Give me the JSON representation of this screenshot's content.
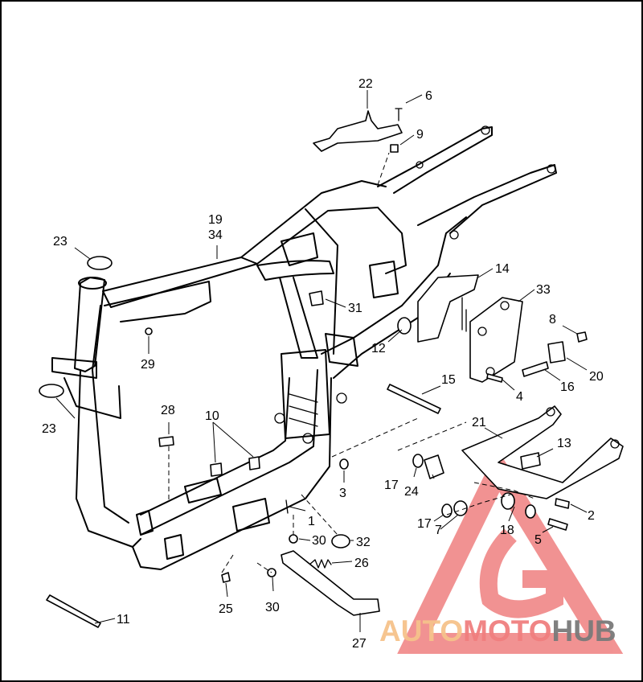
{
  "diagram": {
    "callouts": [
      {
        "label": "22"
      },
      {
        "label": "6"
      },
      {
        "label": "9"
      },
      {
        "label": "19"
      },
      {
        "label": "34"
      },
      {
        "label": "23"
      },
      {
        "label": "14"
      },
      {
        "label": "33"
      },
      {
        "label": "31"
      },
      {
        "label": "29"
      },
      {
        "label": "12"
      },
      {
        "label": "8"
      },
      {
        "label": "23"
      },
      {
        "label": "15"
      },
      {
        "label": "16"
      },
      {
        "label": "20"
      },
      {
        "label": "4"
      },
      {
        "label": "28"
      },
      {
        "label": "10"
      },
      {
        "label": "21"
      },
      {
        "label": "13"
      },
      {
        "label": "3"
      },
      {
        "label": "17"
      },
      {
        "label": "24"
      },
      {
        "label": "2"
      },
      {
        "label": "1"
      },
      {
        "label": "17"
      },
      {
        "label": "7"
      },
      {
        "label": "18"
      },
      {
        "label": "5"
      },
      {
        "label": "30"
      },
      {
        "label": "32"
      },
      {
        "label": "26"
      },
      {
        "label": "25"
      },
      {
        "label": "30"
      },
      {
        "label": "11"
      },
      {
        "label": "27"
      }
    ]
  },
  "watermark": {
    "part1": "AUTO",
    "part2": "MOTO",
    "part3": "HUB",
    "colors": {
      "auto": "#f6c28b",
      "moto": "#f07f7f",
      "hub": "#7a7a7a",
      "triangle": "#e94b4b"
    }
  }
}
